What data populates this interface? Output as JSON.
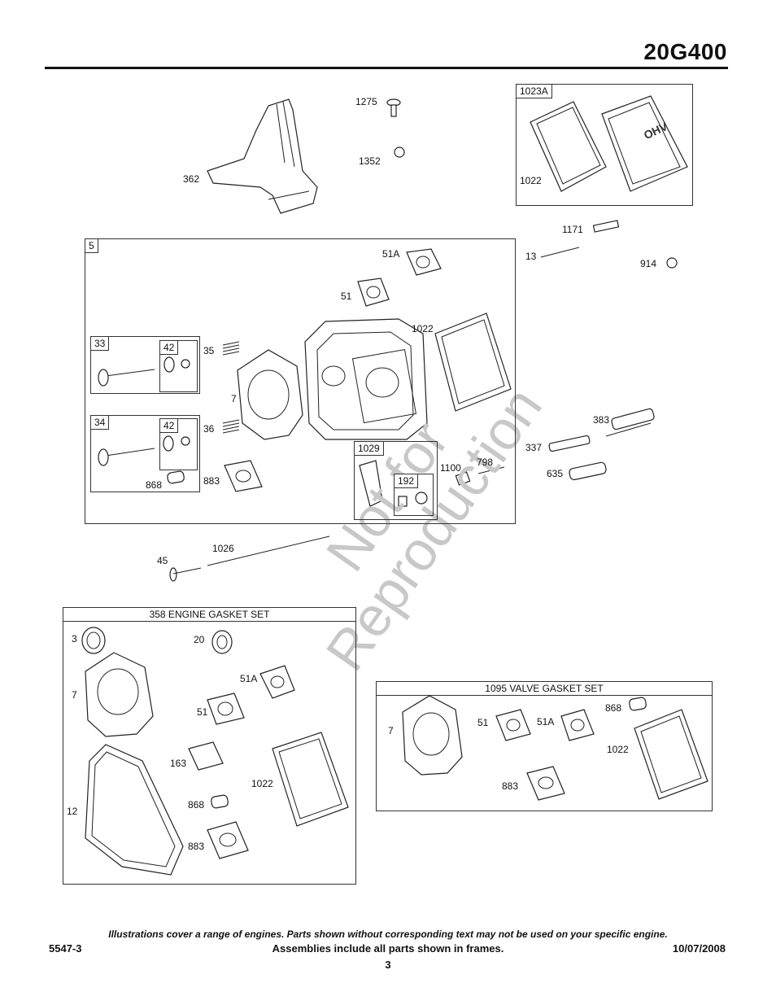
{
  "header": {
    "model": "20G400"
  },
  "watermark": {
    "line1": "Not for",
    "line2": "Reproduction"
  },
  "frames": {
    "f1023A": "1023A",
    "f5": "5",
    "f33": "33",
    "f34": "34",
    "f42a": "42",
    "f42b": "42",
    "f1029": "1029",
    "f192": "192",
    "engine_gasket_set": "358 ENGINE GASKET SET",
    "valve_gasket_set": "1095 VALVE GASKET SET"
  },
  "parts": {
    "p1275": "1275",
    "p1352": "1352",
    "p362": "362",
    "p1022_top": "1022",
    "p1171": "1171",
    "p13": "13",
    "p914": "914",
    "p51A_a": "51A",
    "p51_a": "51",
    "p1022_a": "1022",
    "p35": "35",
    "p7_a": "7",
    "p36": "36",
    "p883_a": "883",
    "p868_a": "868",
    "p1100": "1100",
    "p798": "798",
    "p383": "383",
    "p337": "337",
    "p635": "635",
    "p45": "45",
    "p1026": "1026",
    "p3": "3",
    "p20": "20",
    "p7_b": "7",
    "p51A_b": "51A",
    "p51_b": "51",
    "p163": "163",
    "p1022_b": "1022",
    "p12": "12",
    "p868_b": "868",
    "p883_b": "883",
    "p7_c": "7",
    "p51_c": "51",
    "p51A_c": "51A",
    "p868_c": "868",
    "p1022_c": "1022",
    "p883_c": "883"
  },
  "footer": {
    "disclaimer": "Illustrations cover a range of engines. Parts shown without corresponding text may not be used on your specific engine.",
    "doc_number": "5547-3",
    "assemblies_note": "Assemblies include all parts shown in frames.",
    "date": "10/07/2008",
    "page": "3"
  }
}
